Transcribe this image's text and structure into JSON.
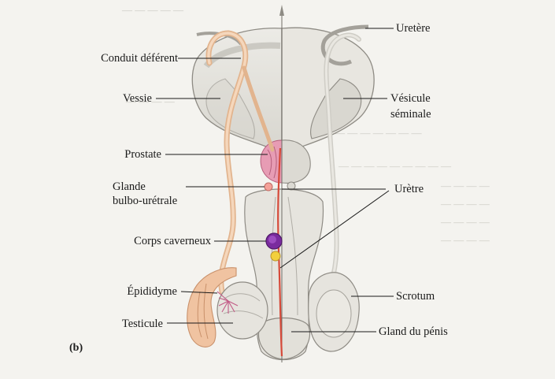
{
  "labels": {
    "conduit_deferent": "Conduit déférent",
    "vessie": "Vessie",
    "prostate": "Prostate",
    "glande_line1": "Glande",
    "glande_line2": "bulbo-urétrale",
    "corps_caverneux": "Corps caverneux",
    "epididyme": "Épididyme",
    "testicule": "Testicule",
    "uretere": "Uretère",
    "vesicule_line1": "Vésicule",
    "vesicule_line2": "séminale",
    "uretre": "Urètre",
    "scrotum": "Scrotum",
    "gland": "Gland du pénis"
  },
  "panel_tag": "(b)",
  "colors": {
    "background": "#f4f3ef",
    "organ_fill": "#e6e4de",
    "organ_stroke": "#8e8b84",
    "vas_deferens": "#f0c9a6",
    "prostate": "#e79cb4",
    "urethra": "#d64a3a",
    "bulbourethral": "#f4a199",
    "corpus_purple": "#7a2b9e",
    "corpus_yellow": "#f2cf3d",
    "epididymis": "#f0c3a1",
    "leader_line": "#1a1a1a",
    "ghost_text": "#c9c7c1"
  }
}
